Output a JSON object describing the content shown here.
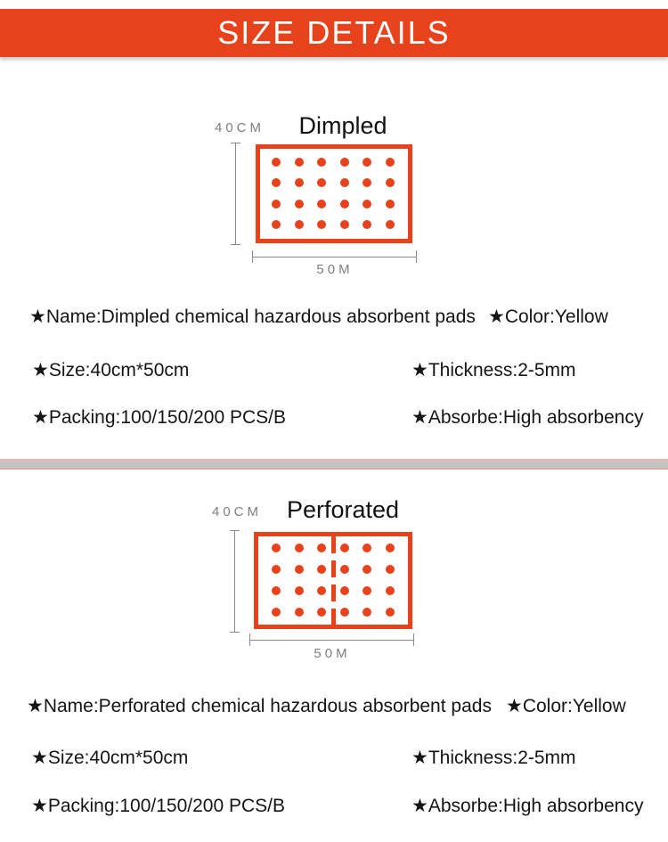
{
  "header": {
    "title": "SIZE DETAILS"
  },
  "colors": {
    "accent": "#e8421c",
    "dimension_gray": "#8a8a8a",
    "label_gray": "#7e7e7e",
    "divider_gray": "#c4c4c4",
    "divider_pink": "#edb7ad",
    "banner_text": "#ffffff"
  },
  "sections": [
    {
      "name": "dimpled",
      "diagram": {
        "title": "Dimpled",
        "height_label": "40CM",
        "width_label": "50M",
        "dot_rows": 4,
        "dot_cols": 6,
        "perforated": false
      },
      "specs": [
        {
          "left": "★Name:Dimpled chemical hazardous absorbent pads",
          "right": "★Color:Yellow"
        },
        {
          "left": "★Size:40cm*50cm",
          "right": "★Thickness:2-5mm"
        },
        {
          "left": "★Packing:100/150/200 PCS/B",
          "right": "★Absorbe:High absorbency"
        }
      ]
    },
    {
      "name": "perforated",
      "diagram": {
        "title": "Perforated",
        "height_label": "40CM",
        "width_label": "50M",
        "dot_rows": 4,
        "dot_cols": 6,
        "perforated": true
      },
      "specs": [
        {
          "left": "★Name:Perforated chemical hazardous absorbent pads",
          "right": "★Color:Yellow"
        },
        {
          "left": "★Size:40cm*50cm",
          "right": "★Thickness:2-5mm"
        },
        {
          "left": "★Packing:100/150/200 PCS/B",
          "right": "★Absorbe:High absorbency"
        }
      ]
    }
  ]
}
